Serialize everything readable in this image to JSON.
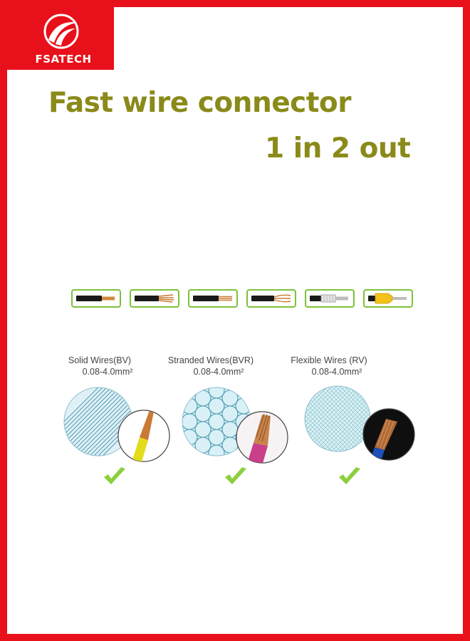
{
  "brand": {
    "name": "FSATECH",
    "logo_icon": "swoosh-logo-icon",
    "colors": {
      "frame": "#e8101a",
      "title": "#8a8a1a",
      "accent_green": "#7cc23a"
    }
  },
  "headline": {
    "line1": "Fast wire connector",
    "line2": "1 in 2 out"
  },
  "wire_samples": [
    {
      "icon": "solid-wire-icon"
    },
    {
      "icon": "stranded-wire-icon"
    },
    {
      "icon": "stranded-wire-icon"
    },
    {
      "icon": "flexible-wire-icon"
    },
    {
      "icon": "ferrule-wire-icon"
    },
    {
      "icon": "insulated-ferrule-icon"
    }
  ],
  "wire_types": [
    {
      "name": "Solid Wires(BV)",
      "range": "0.08-4.0mm²",
      "icon": "solid-cross-section-icon",
      "check_icon": "check-icon"
    },
    {
      "name": "Stranded Wires(BVR)",
      "range": "0.08-4.0mm²",
      "icon": "stranded-cross-section-icon",
      "check_icon": "check-icon"
    },
    {
      "name": "Flexible Wires  (RV)",
      "range": "0.08-4.0mm²",
      "icon": "flexible-cross-section-icon",
      "check_icon": "check-icon"
    }
  ]
}
